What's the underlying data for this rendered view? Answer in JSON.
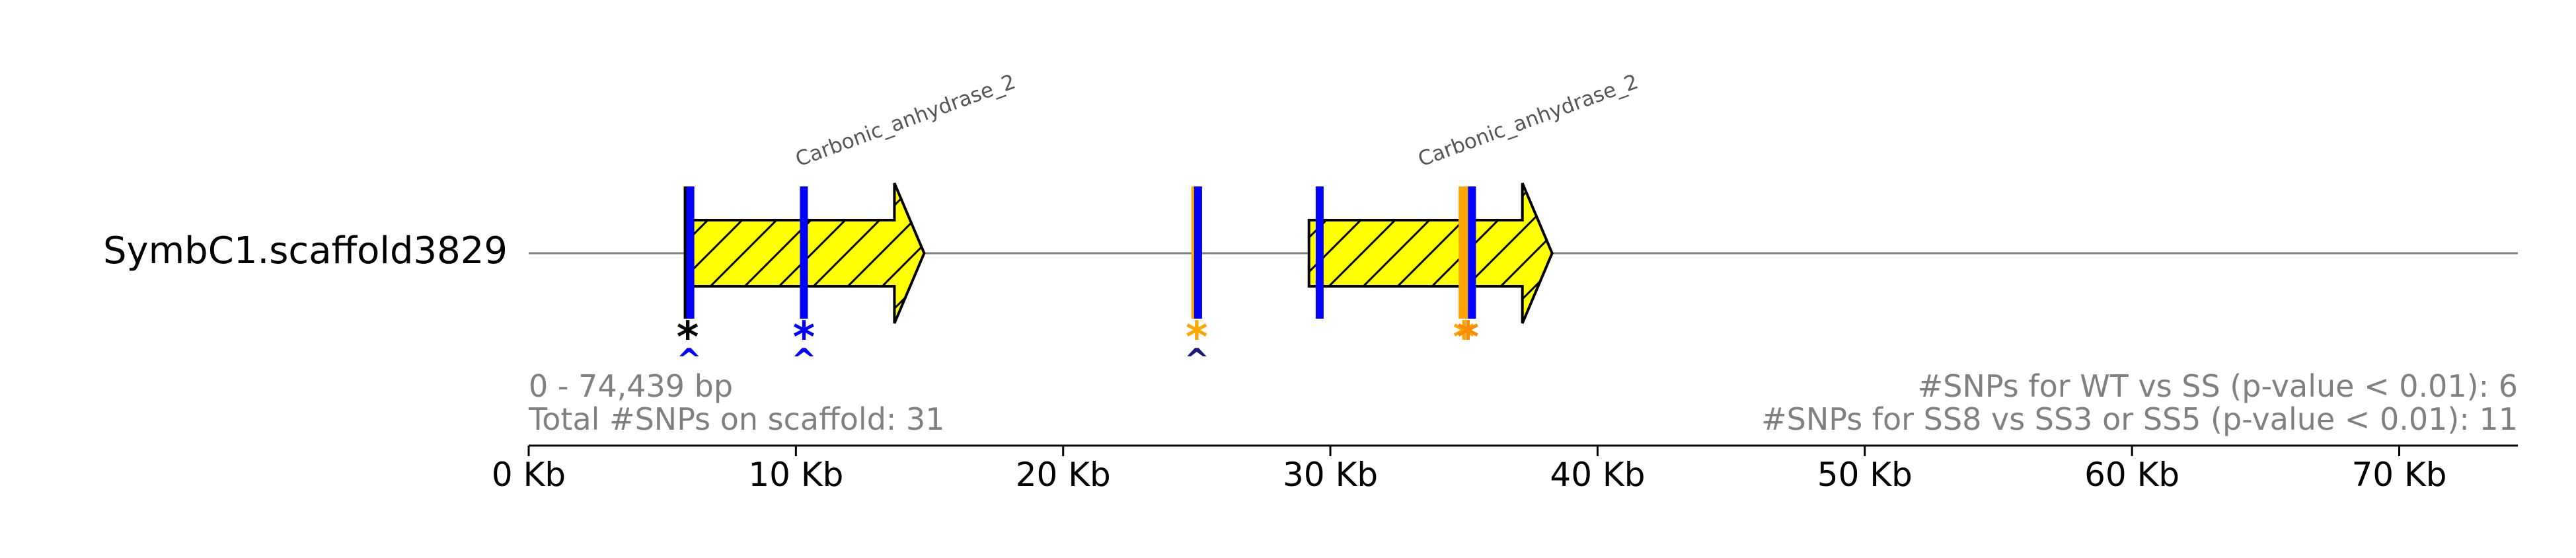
{
  "chart_data": {
    "type": "genome-track",
    "scaffold": {
      "name": "SymbC1.scaffold3829",
      "length_bp": 74439,
      "range_label": "0 - 74,439 bp",
      "total_snps_label": "Total #SNPs on scaffold: 31"
    },
    "stats": {
      "wt_vs_ss_label": "#SNPs for WT vs SS (p-value < 0.01): 6",
      "ss8_label": "#SNPs for SS8 vs SS3 or SS5 (p-value < 0.01): 11"
    },
    "x_axis": {
      "unit": "Kb",
      "range_kb": [
        0,
        74.439
      ],
      "ticks_kb": [
        0,
        10,
        20,
        30,
        40,
        50,
        60,
        70
      ],
      "tick_labels": [
        "0 Kb",
        "10 Kb",
        "20 Kb",
        "30 Kb",
        "40 Kb",
        "50 Kb",
        "60 Kb",
        "70 Kb"
      ]
    },
    "genes": [
      {
        "label": "Carbonic_anhydrase_2",
        "start_kb": 5.9,
        "end_kb": 14.8,
        "strand": "+",
        "color": "#ffff00"
      },
      {
        "label": "Carbonic_anhydrase_2",
        "start_kb": 29.2,
        "end_kb": 38.3,
        "strand": "+",
        "color": "#ffff00"
      }
    ],
    "snps": [
      {
        "pos_kb": 5.95,
        "color": "#000000"
      },
      {
        "pos_kb": 6.05,
        "color": "#0000ff"
      },
      {
        "pos_kb": 10.3,
        "color": "#0000ff"
      },
      {
        "pos_kb": 24.95,
        "color": "#ffa500"
      },
      {
        "pos_kb": 25.05,
        "color": "#0000ff"
      },
      {
        "pos_kb": 29.6,
        "color": "#0000ff"
      },
      {
        "pos_kb": 34.95,
        "color": "#ffa500"
      },
      {
        "pos_kb": 35.1,
        "color": "#ffa500"
      },
      {
        "pos_kb": 35.3,
        "color": "#0000ff"
      }
    ],
    "markers": [
      {
        "pos_kb": 5.95,
        "glyph": "*",
        "color": "#000000",
        "row": 0
      },
      {
        "pos_kb": 10.3,
        "glyph": "*",
        "color": "#0000ff",
        "row": 0
      },
      {
        "pos_kb": 25.0,
        "glyph": "*",
        "color": "#ffa500",
        "row": 0
      },
      {
        "pos_kb": 35.0,
        "glyph": "*",
        "color": "#ffa500",
        "row": 0
      },
      {
        "pos_kb": 35.15,
        "glyph": "*",
        "color": "#ff8c00",
        "row": 0
      },
      {
        "pos_kb": 6.0,
        "glyph": "^",
        "color": "#0000ff",
        "row": 1
      },
      {
        "pos_kb": 10.3,
        "glyph": "^",
        "color": "#0000ff",
        "row": 1
      },
      {
        "pos_kb": 25.0,
        "glyph": "^",
        "color": "#1a1a80",
        "row": 1
      }
    ],
    "colors": {
      "axis_text": "#808080",
      "gene_fill": "#ffff00",
      "gene_edge": "#000000",
      "scaffold_line": "#808080"
    }
  }
}
